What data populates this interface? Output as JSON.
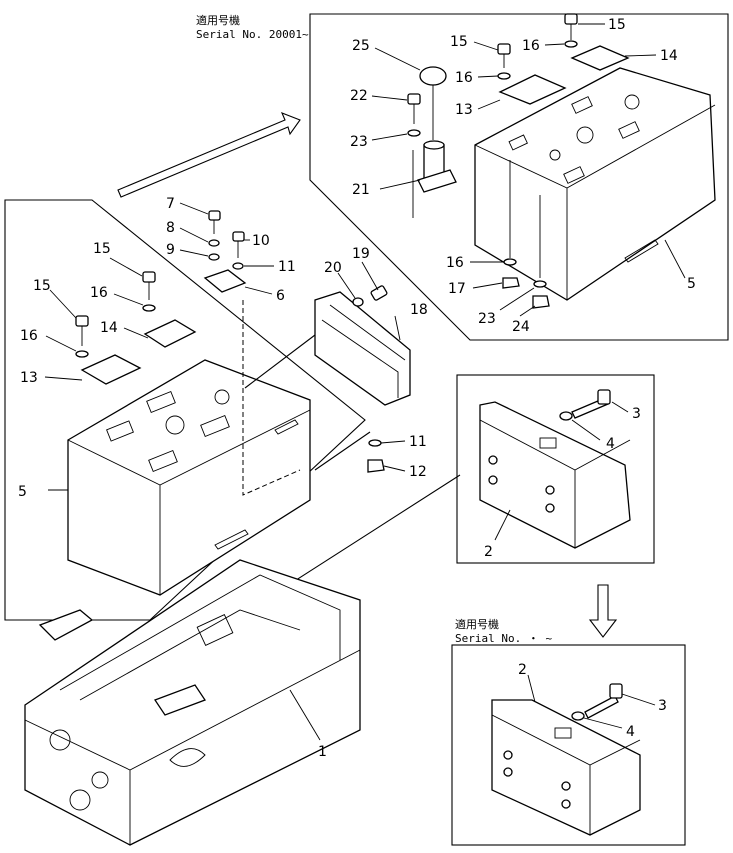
{
  "header_top": {
    "line1": "適用号機",
    "line2": "Serial No. 20001~"
  },
  "header_bottom": {
    "line1": "適用号機",
    "line2": "Serial No.   ・  ~"
  },
  "callouts": {
    "frame": "1",
    "weight_block": "2",
    "bolt": "3",
    "washer": "4",
    "cover": "5",
    "bracket": "6",
    "bolt_7": "7",
    "washer_8": "8",
    "washer_9": "9",
    "bolt_10": "10",
    "washer_11": "11",
    "nut_12": "12",
    "plate_13": "13",
    "plate_14": "14",
    "bolt_15": "15",
    "washer_16": "16",
    "nut_17": "17",
    "guard_18": "18",
    "bolt_19": "19",
    "washer_20": "20",
    "pipe_21": "21",
    "bolt_22": "22",
    "washer_23": "23",
    "nut_24": "24",
    "cap_25": "25"
  }
}
